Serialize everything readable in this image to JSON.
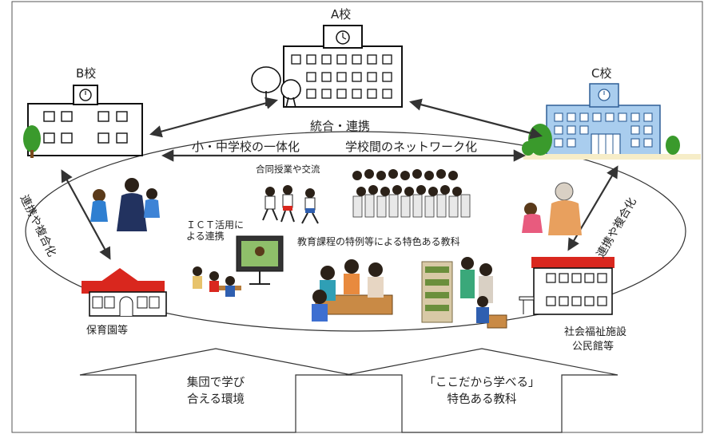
{
  "schools": {
    "a": "A校",
    "b": "B校",
    "c": "C校"
  },
  "center": {
    "title": "統合・連携",
    "left_line": "小・中学校の一体化",
    "right_line": "学校間のネットワーク化"
  },
  "activities": {
    "joint_class": "合同授業や交流",
    "ict": "ＩＣＴ活用に\nよる連携",
    "curriculum": "教育課程の特例等による特色ある教科"
  },
  "side_labels": {
    "left_vertical": "連携や複合化",
    "right_vertical": "連携や複合化"
  },
  "facilities": {
    "nursery": "保育園等",
    "welfare_line1": "社会福祉施設",
    "welfare_line2": "公民館等"
  },
  "boxes": {
    "left_line1": "集団で学び",
    "left_line2": "合える環境",
    "right_line1": "「ここだから学べる」",
    "right_line2": "特色ある教科"
  },
  "colors": {
    "red_roof": "#d9271e",
    "tree_green": "#3a9a2c",
    "c_school_blue": "#3d7ec4"
  }
}
